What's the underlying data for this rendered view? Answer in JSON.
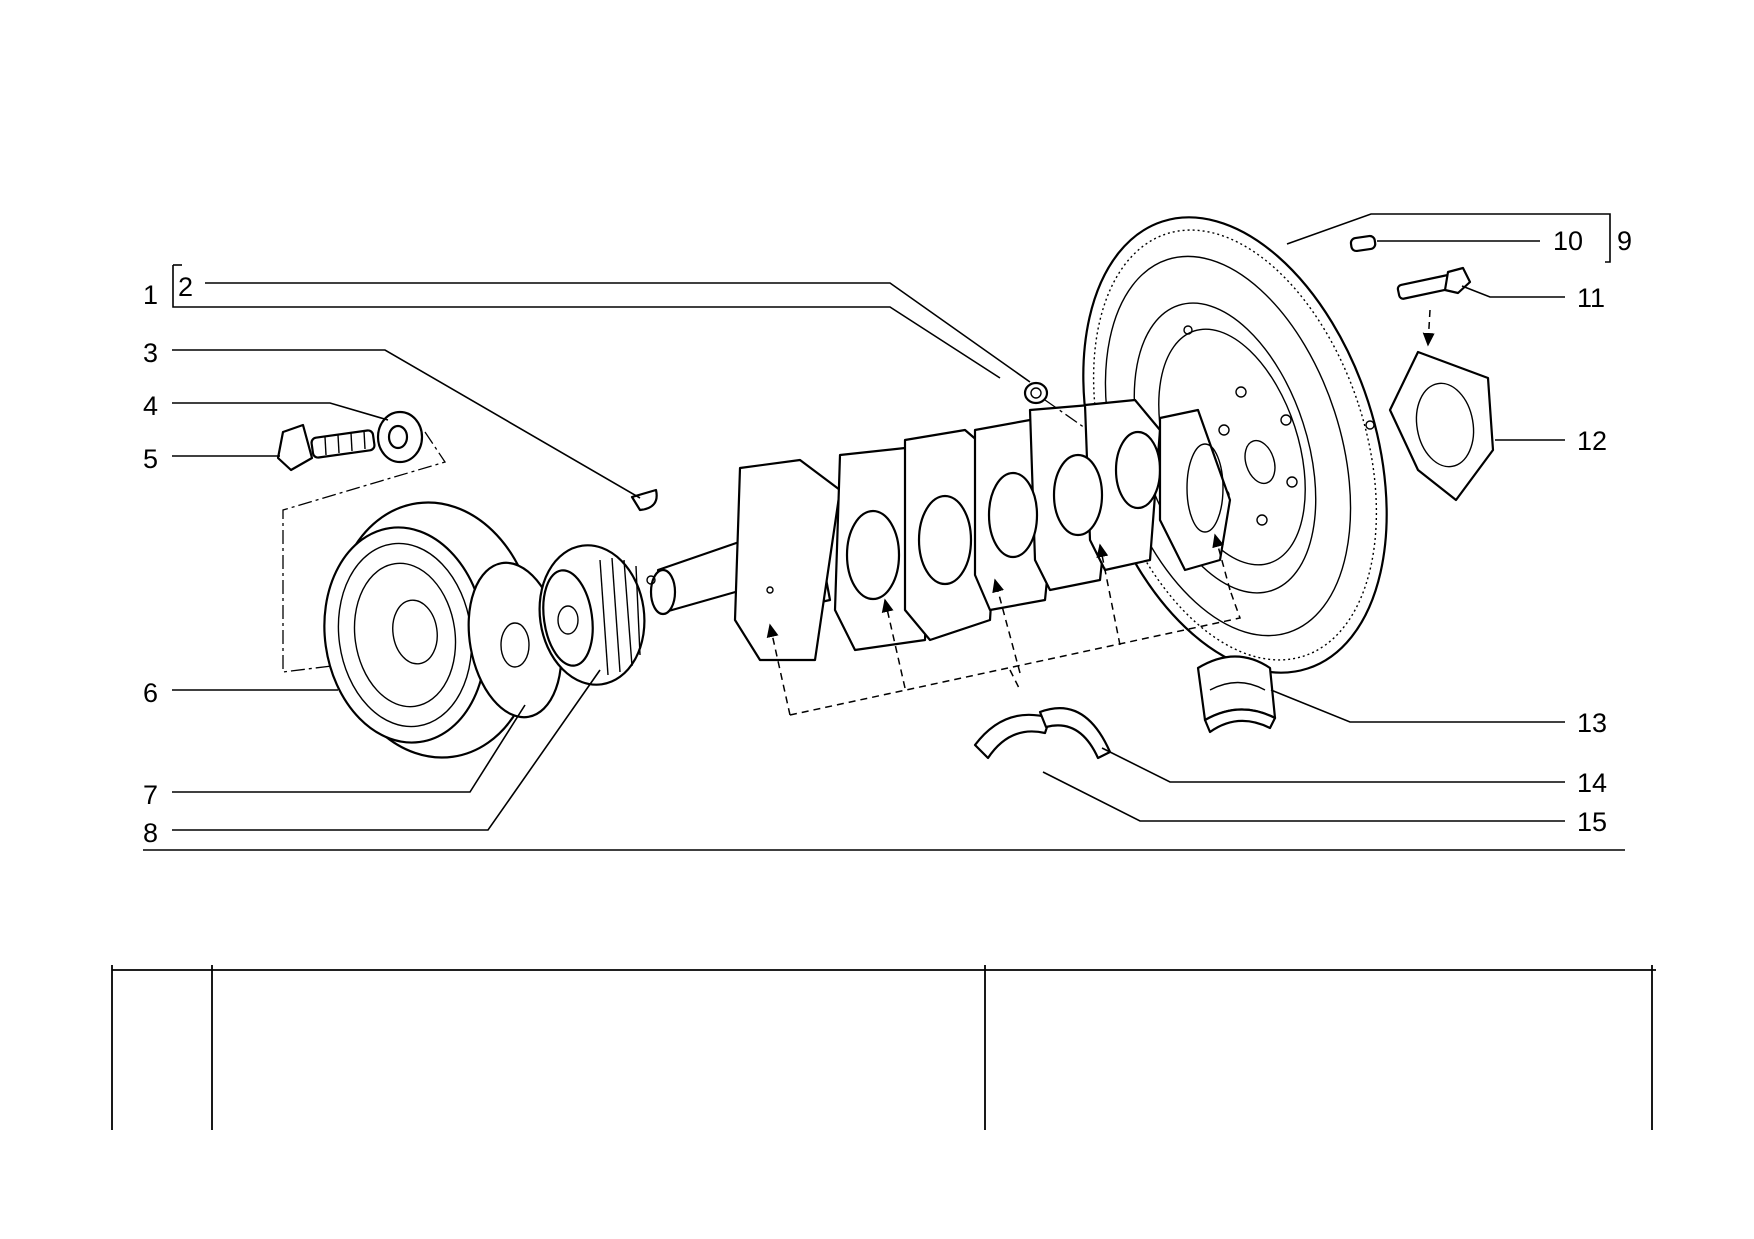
{
  "diagram": {
    "callouts": [
      {
        "id": "1",
        "label": "1"
      },
      {
        "id": "2",
        "label": "2"
      },
      {
        "id": "3",
        "label": "3"
      },
      {
        "id": "4",
        "label": "4"
      },
      {
        "id": "5",
        "label": "5"
      },
      {
        "id": "6",
        "label": "6"
      },
      {
        "id": "7",
        "label": "7"
      },
      {
        "id": "8",
        "label": "8"
      },
      {
        "id": "9",
        "label": "9"
      },
      {
        "id": "10",
        "label": "10"
      },
      {
        "id": "11",
        "label": "11"
      },
      {
        "id": "12",
        "label": "12"
      },
      {
        "id": "13",
        "label": "13"
      },
      {
        "id": "14",
        "label": "14"
      },
      {
        "id": "15",
        "label": "15"
      }
    ]
  },
  "title_block": {
    "cells": [
      "",
      "",
      ""
    ]
  }
}
